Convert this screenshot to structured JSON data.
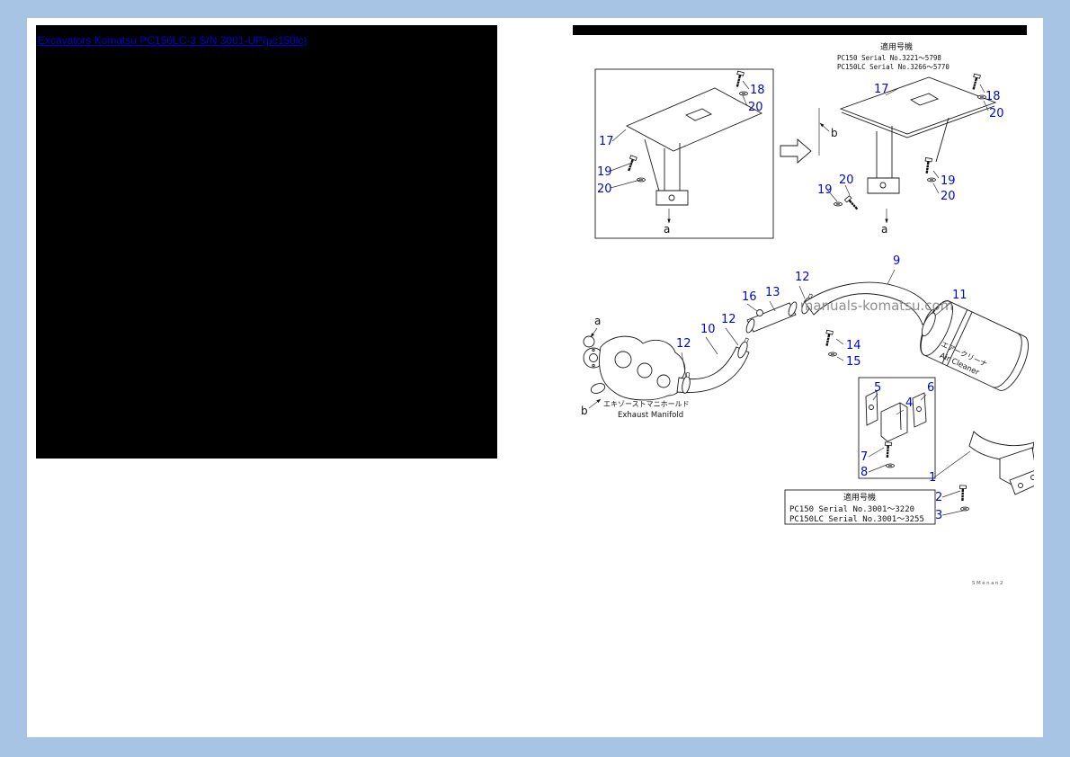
{
  "window": {
    "link_title": "Excavators Komatsu PC150LC-3 S/N 3001-UP(pc150lc)"
  },
  "colors": {
    "frame": "#a7c4e4",
    "paper": "#ffffff",
    "panel": "#000000",
    "link": "#0000dd",
    "callout": "#0008cc",
    "watermark_gray": "#8e8e8e"
  },
  "diagram": {
    "watermark": "manuals-komatsu.com",
    "footer_code": "SMenan2",
    "top_serial": {
      "header": "適用号機",
      "line1": "PC150   Serial No.3221～5798",
      "line2": "PC150LC Serial No.3266～5770"
    },
    "bottom_serial": {
      "header": "適用号機",
      "line1": "PC150   Serial No.3001～3220",
      "line2": "PC150LC Serial No.3001～3255"
    },
    "labels": {
      "exhaust_manifold_jp": "エキゾーストマニホールド",
      "exhaust_manifold_en": "Exhaust Manifold",
      "air_cleaner_jp": "エアークリーナ",
      "air_cleaner_en": "Air Cleaner",
      "view_a": "a",
      "view_b": "b"
    },
    "callouts": {
      "left_box": {
        "n17": "17",
        "n18": "18",
        "n19": "19",
        "n20_top": "20",
        "n20_left": "20"
      },
      "right_box": {
        "n17": "17",
        "n18": "18",
        "n20_top": "20",
        "n20_left": "20",
        "n19_left": "19",
        "n19_right": "19",
        "n20_right": "20"
      },
      "assembly": {
        "n9": "9",
        "n10": "10",
        "n11": "11",
        "n12_a": "12",
        "n12_b": "12",
        "n12_c": "12",
        "n13": "13",
        "n14": "14",
        "n15": "15",
        "n16": "16"
      },
      "mount": {
        "n1": "1",
        "n2": "2",
        "n3": "3",
        "n4": "4",
        "n5": "5",
        "n6": "6",
        "n7": "7",
        "n8": "8"
      }
    }
  }
}
